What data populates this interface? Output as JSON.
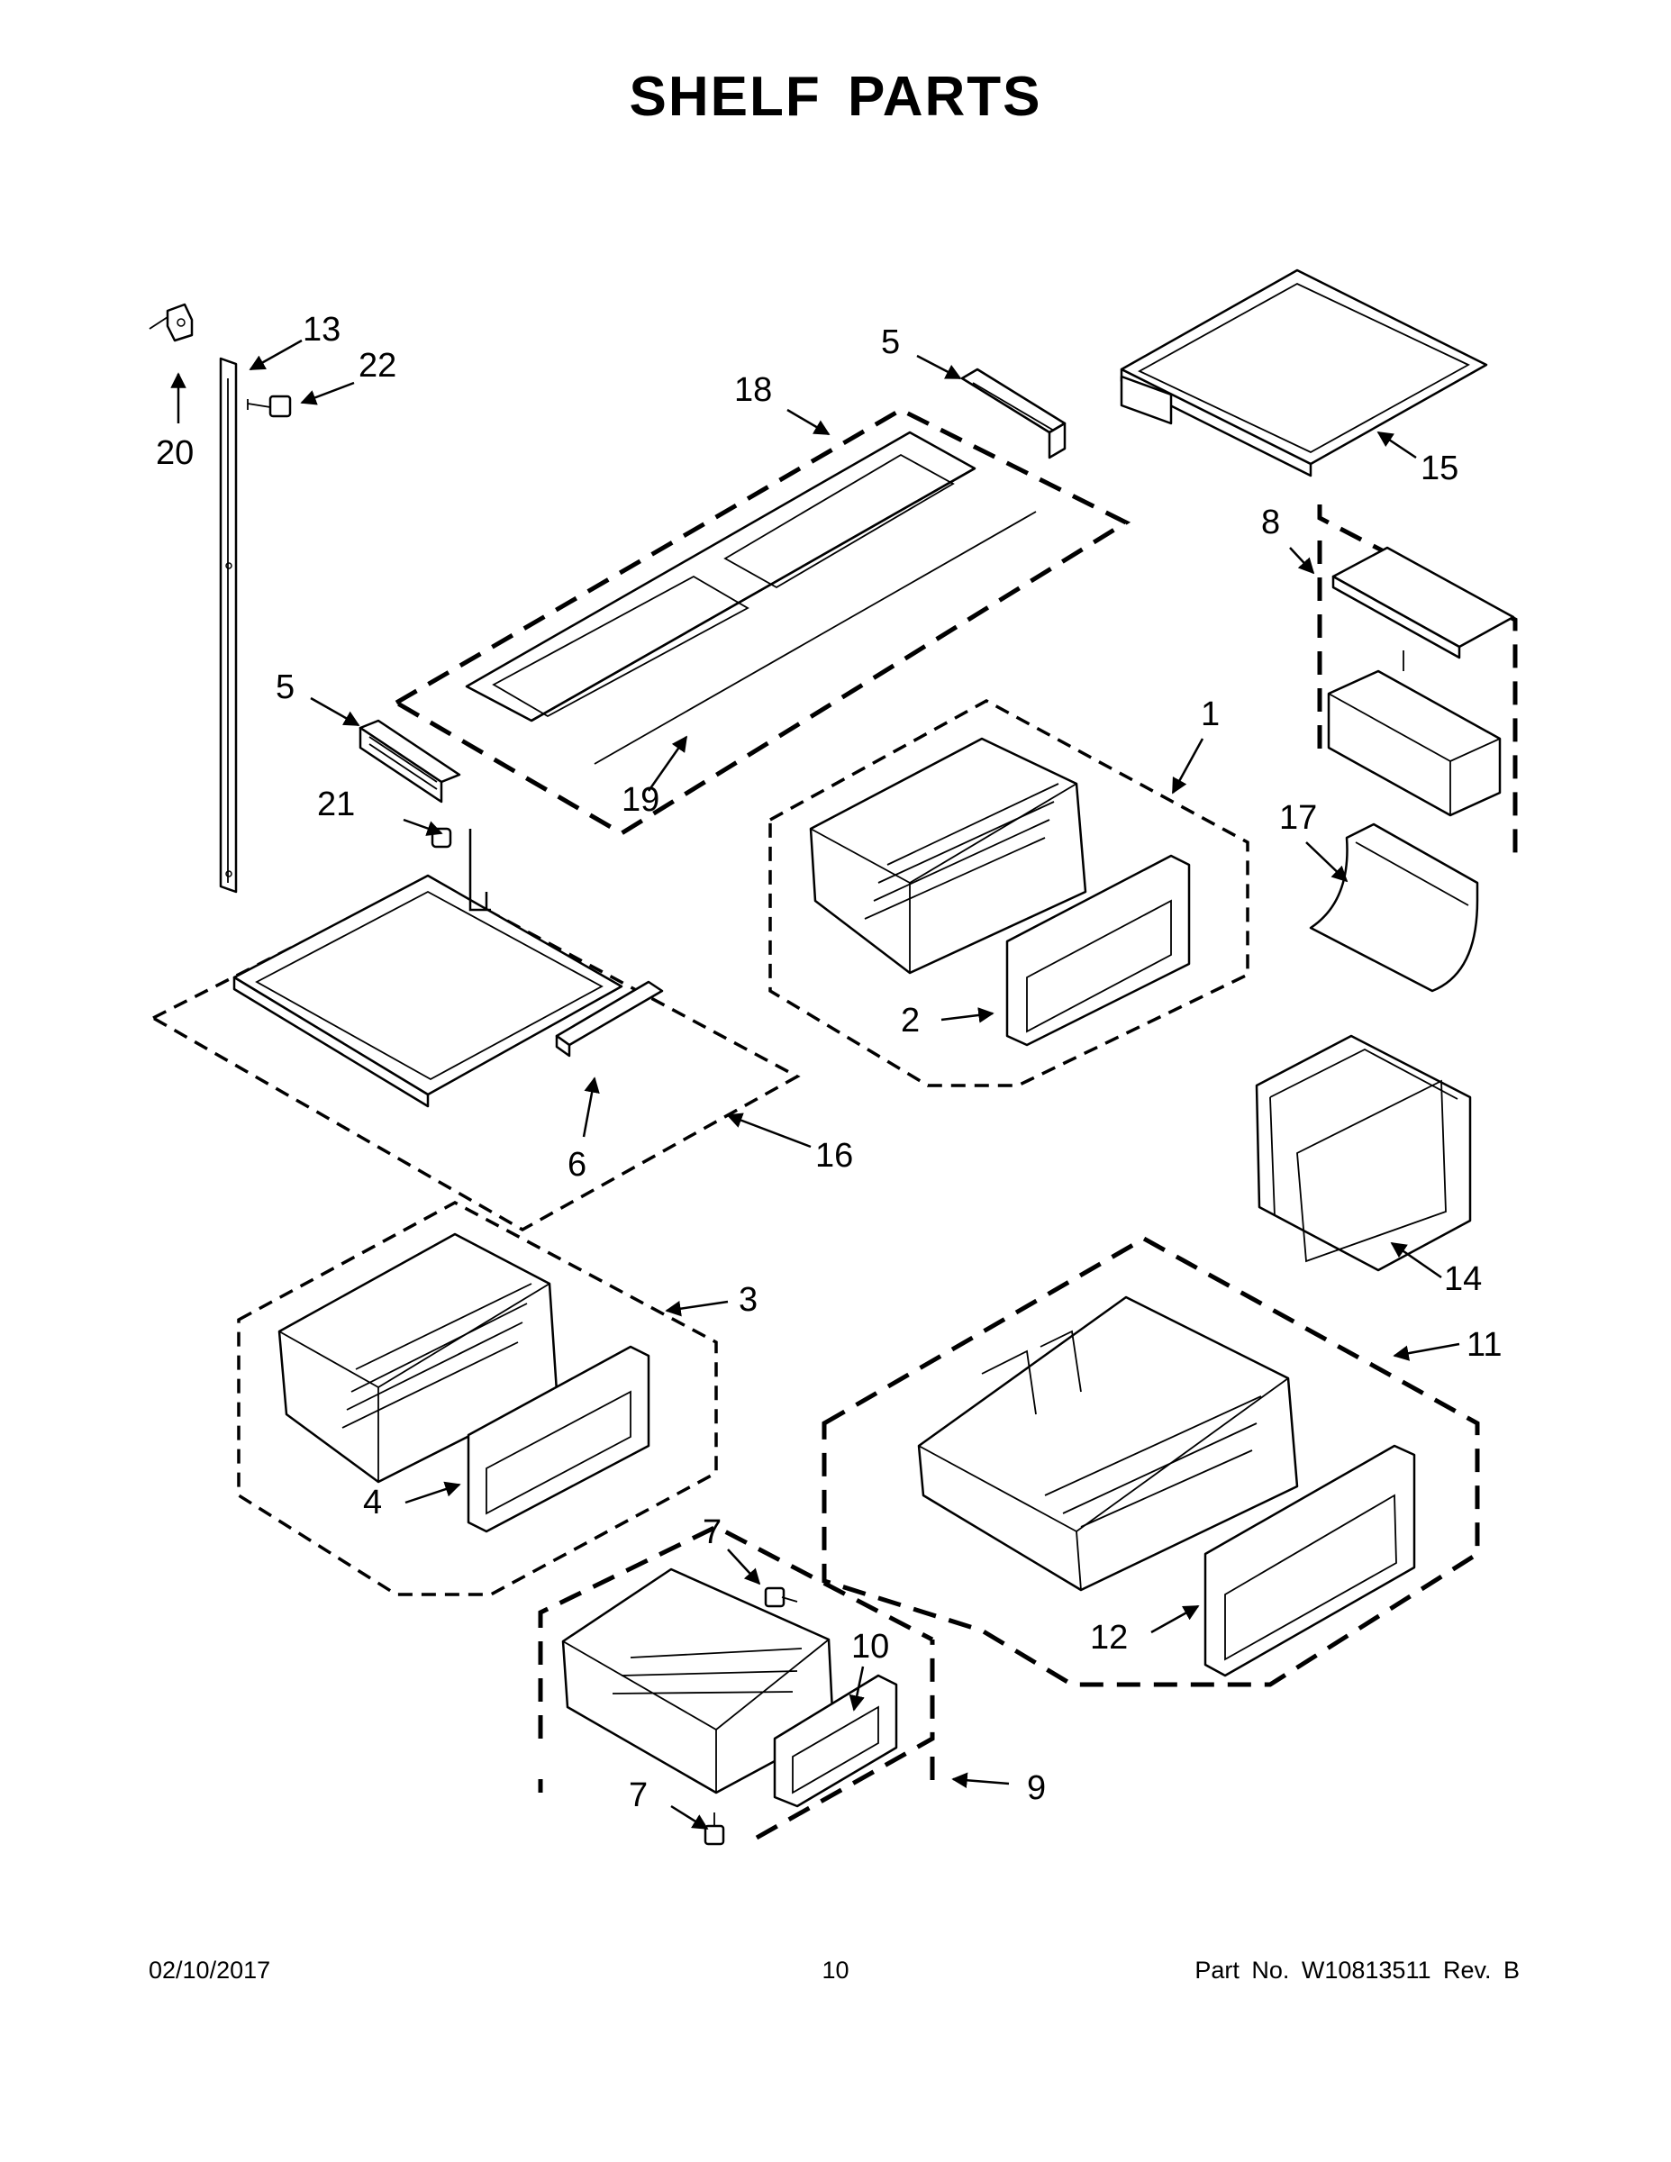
{
  "page": {
    "title": "SHELF PARTS",
    "footer": {
      "date": "02/10/2017",
      "page_number": "10",
      "part_number": "Part No.  W10813511  Rev.  B"
    }
  },
  "callouts": [
    {
      "id": "c1",
      "label": "1"
    },
    {
      "id": "c2",
      "label": "2"
    },
    {
      "id": "c3",
      "label": "3"
    },
    {
      "id": "c4",
      "label": "4"
    },
    {
      "id": "c5a",
      "label": "5"
    },
    {
      "id": "c5b",
      "label": "5"
    },
    {
      "id": "c6",
      "label": "6"
    },
    {
      "id": "c7a",
      "label": "7"
    },
    {
      "id": "c7b",
      "label": "7"
    },
    {
      "id": "c8",
      "label": "8"
    },
    {
      "id": "c9",
      "label": "9"
    },
    {
      "id": "c10",
      "label": "10"
    },
    {
      "id": "c11",
      "label": "11"
    },
    {
      "id": "c12",
      "label": "12"
    },
    {
      "id": "c13",
      "label": "13"
    },
    {
      "id": "c14",
      "label": "14"
    },
    {
      "id": "c15",
      "label": "15"
    },
    {
      "id": "c16",
      "label": "16"
    },
    {
      "id": "c17",
      "label": "17"
    },
    {
      "id": "c18",
      "label": "18"
    },
    {
      "id": "c19",
      "label": "19"
    },
    {
      "id": "c20",
      "label": "20"
    },
    {
      "id": "c21",
      "label": "21"
    },
    {
      "id": "c22",
      "label": "22"
    }
  ]
}
